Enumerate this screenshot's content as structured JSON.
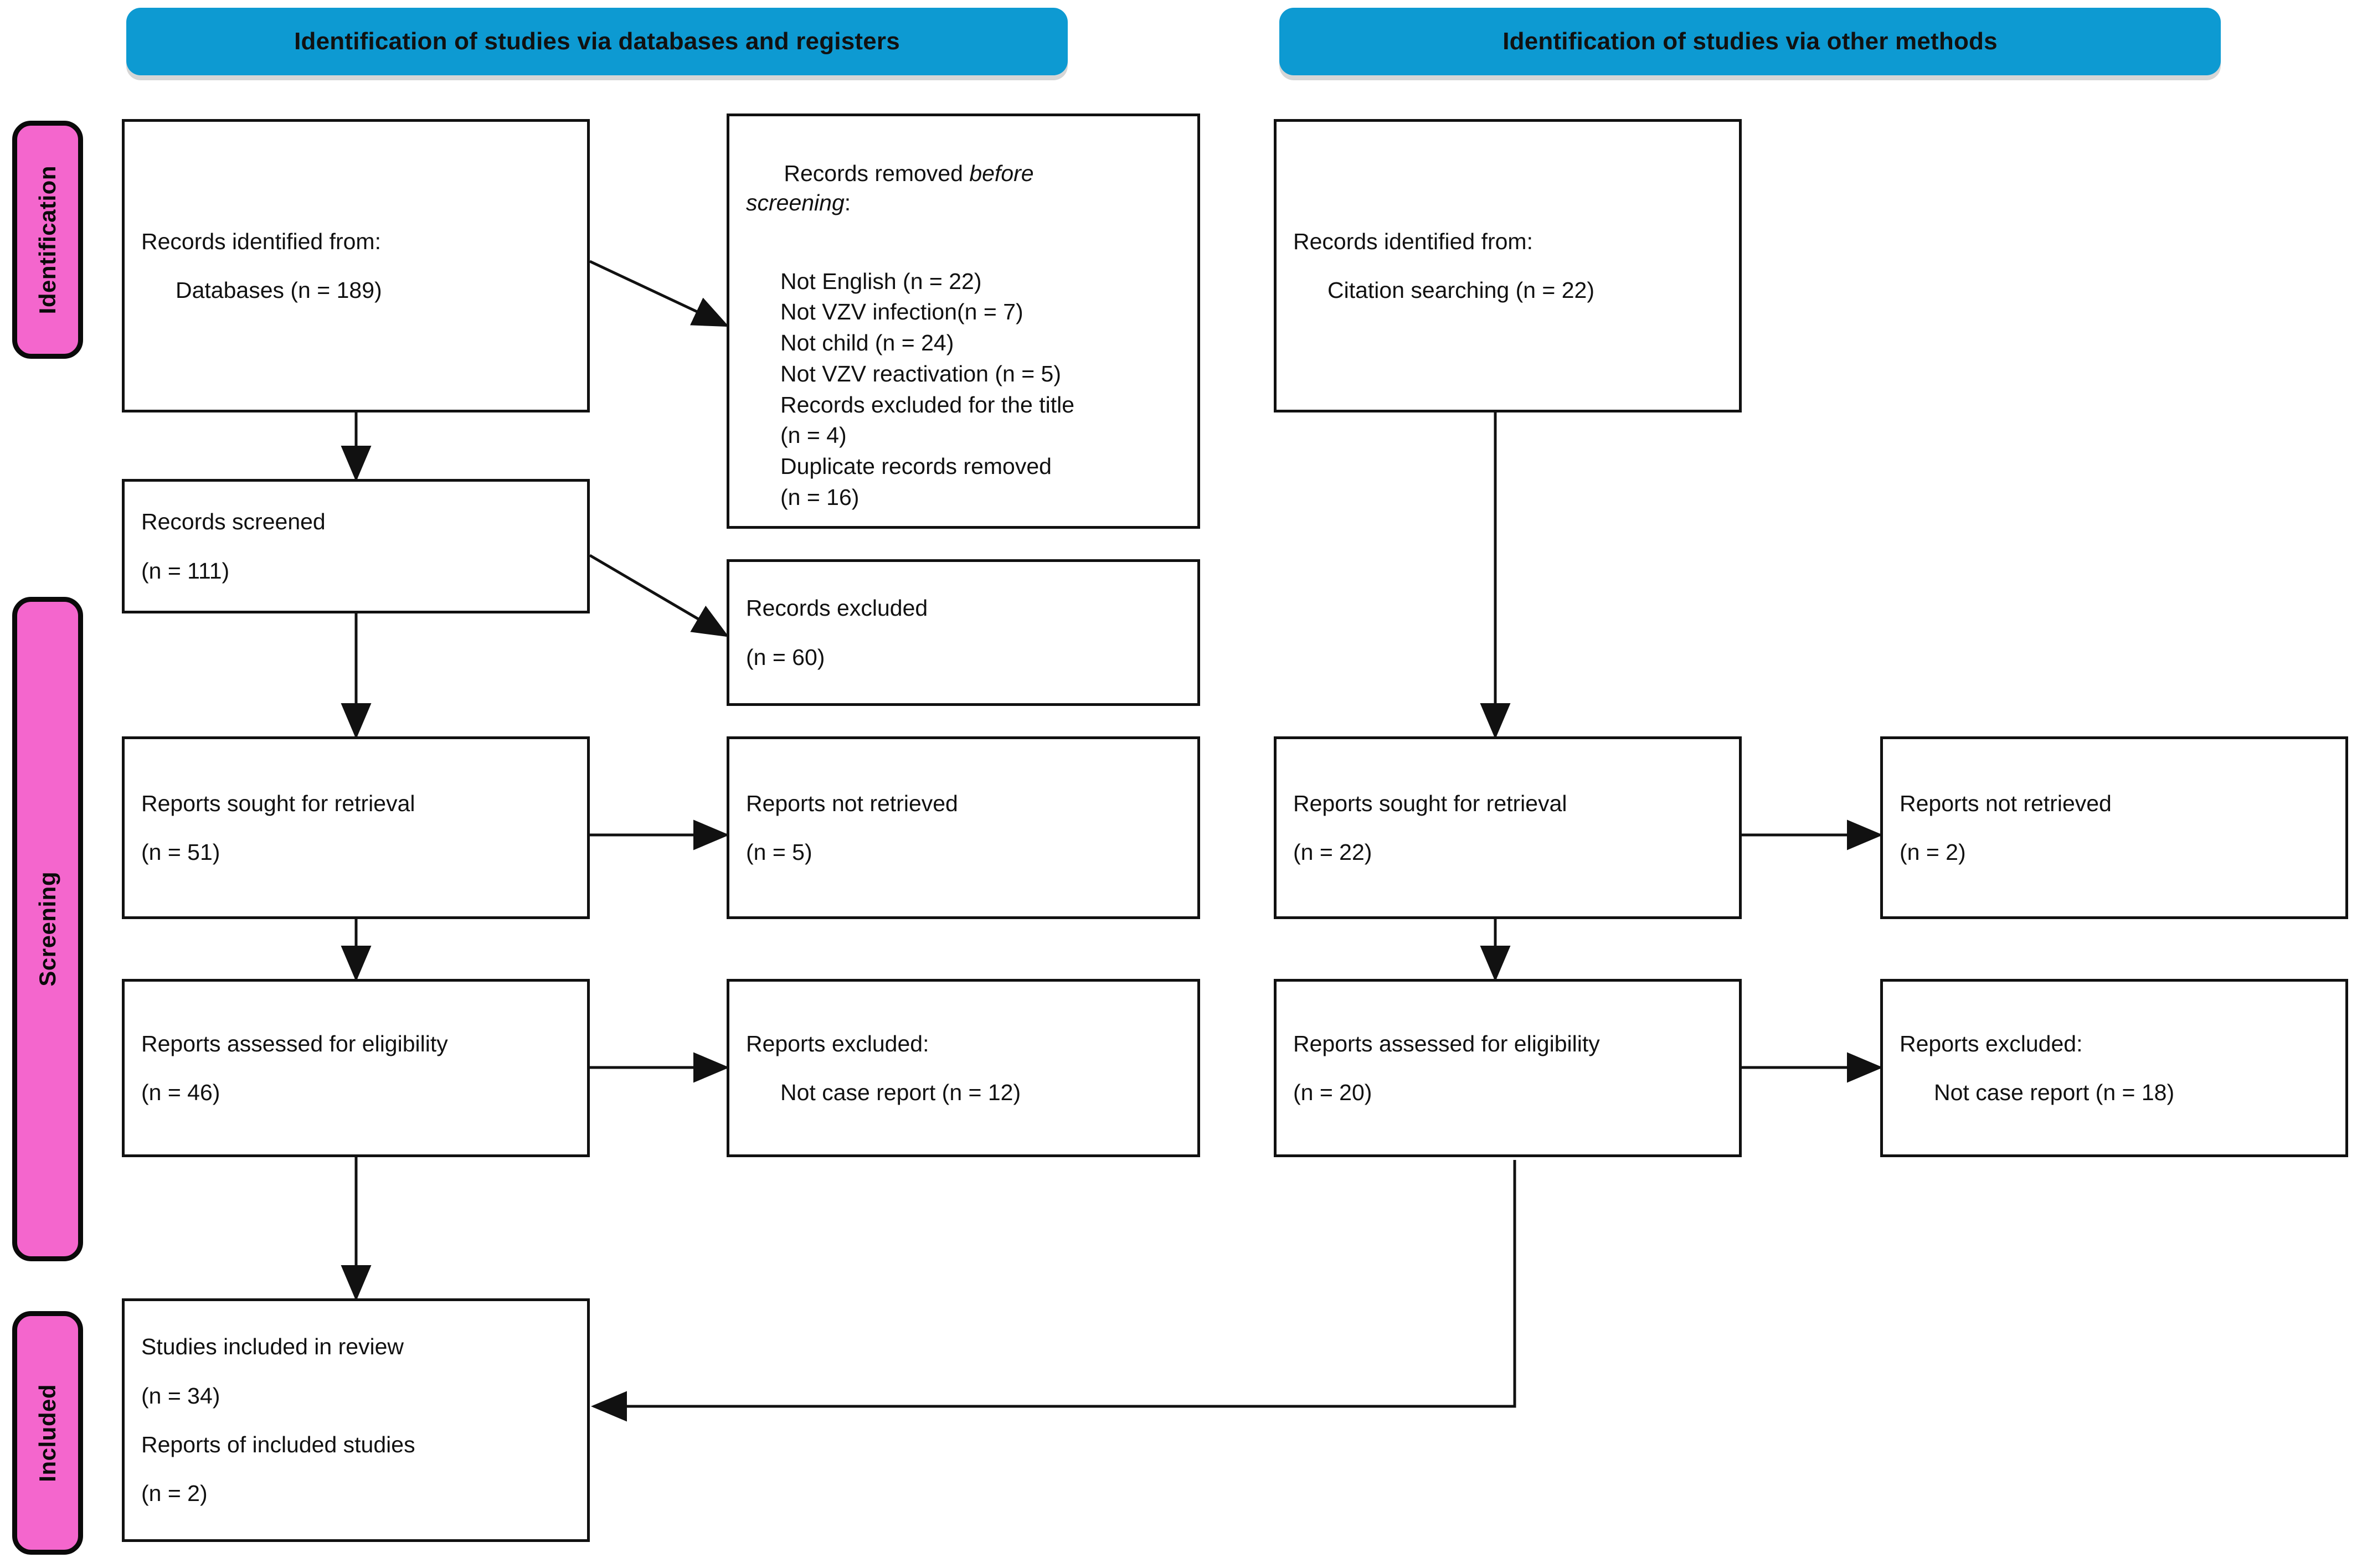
{
  "diagram": {
    "type": "prisma-flow-diagram",
    "colors": {
      "banner_blue": "#0d9ad2",
      "stage_pink": "#f466cd",
      "box_border": "#111111",
      "background": "#ffffff"
    }
  },
  "banners": {
    "databases": "Identification of studies via databases and registers",
    "other_methods": "Identification of studies via other methods"
  },
  "stages": {
    "identification": "Identification",
    "screening": "Screening",
    "included": "Included"
  },
  "left_column": {
    "identified": {
      "title": "Records identified from:",
      "source": "Databases (n = 189)"
    },
    "screened": {
      "title": "Records screened",
      "count": "(n = 111)"
    },
    "sought": {
      "title": "Reports sought for retrieval",
      "count": "(n = 51)"
    },
    "assessed": {
      "title": "Reports assessed for eligibility",
      "count": "(n = 46)"
    },
    "included": {
      "title": "Studies included in review",
      "count": "(n = 34)",
      "reports_title": "Reports of included studies",
      "reports_count": "(n = 2)"
    }
  },
  "left_exclusions": {
    "removed_before": {
      "title_plain": "Records removed ",
      "title_italic_1": "before",
      "title_italic_2": "screening",
      "title_colon": ":",
      "reasons": [
        "Not English (n = 22)",
        "Not VZV infection(n = 7)",
        "Not child (n = 24)",
        "Not VZV reactivation (n = 5)",
        "Records excluded for the title",
        "(n = 4)",
        "Duplicate records removed",
        "(n = 16)"
      ]
    },
    "records_excluded": {
      "title": "Records excluded",
      "count": "(n = 60)"
    },
    "not_retrieved": {
      "title": "Reports not retrieved",
      "count": "(n = 5)"
    },
    "reports_excluded": {
      "title": "Reports excluded:",
      "reason": "Not case report (n = 12)"
    }
  },
  "right_column": {
    "identified": {
      "title": "Records identified from:",
      "source": "Citation searching (n = 22)"
    },
    "sought": {
      "title": "Reports sought for retrieval",
      "count": "(n = 22)"
    },
    "assessed": {
      "title": "Reports assessed for eligibility",
      "count": "(n = 20)"
    }
  },
  "right_exclusions": {
    "not_retrieved": {
      "title": "Reports not retrieved",
      "count": "(n = 2)"
    },
    "reports_excluded": {
      "title": "Reports excluded:",
      "reason": "Not case report (n = 18)"
    }
  }
}
